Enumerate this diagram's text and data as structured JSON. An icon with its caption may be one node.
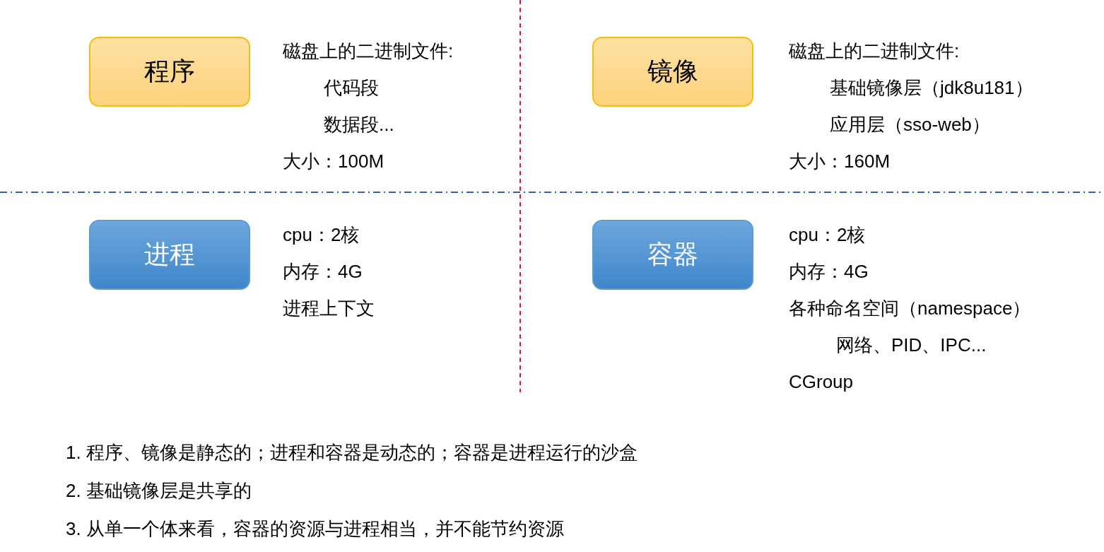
{
  "diagram": {
    "nodes": [
      {
        "text": [
          "程序"
        ],
        "beside": [
          "磁盘上的二进制文件:",
          "代码段",
          "数据段...",
          "大小：100M"
        ]
      },
      {
        "text": [
          "镜像"
        ],
        "beside": [
          "磁盘上的二进制文件:",
          "基础镜像层（jdk8u181）",
          "应用层（sso-web）",
          "大小：160M"
        ]
      },
      {
        "text": [
          "进程"
        ],
        "beside": [
          "cpu：2核",
          "内存：4G",
          "进程上下文"
        ]
      },
      {
        "text": [
          "容器"
        ],
        "beside": [
          "cpu：2核",
          "内存：4G",
          "各种命名空间（namespace）",
          "网络、PID、IPC...",
          "CGroup"
        ]
      }
    ],
    "labels": [
      "1. 程序、镜像是静态的；进程和容器是动态的；容器是进程运行的沙盒",
      "2. 基础镜像层是共享的",
      "3. 从单一个体来看，容器的资源与进程相当，并不能节约资源"
    ]
  }
}
